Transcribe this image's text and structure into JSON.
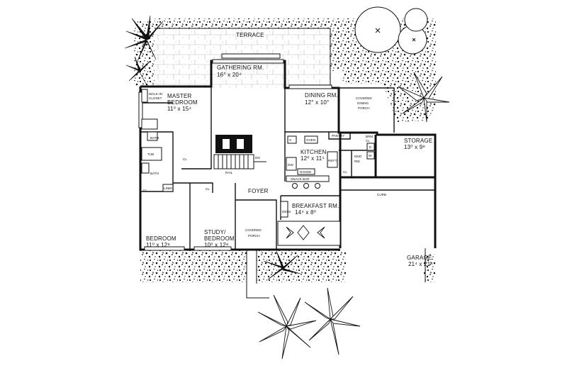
{
  "rooms": {
    "terrace": "TERRACE",
    "gathering": {
      "name": "GATHERING RM.",
      "size": "16° x 20⁴"
    },
    "dining": {
      "name": "DINING RM.",
      "size": "12° x 10°"
    },
    "covered_dining_porch": [
      "COVERED",
      "DINING",
      "PORCH"
    ],
    "master_bedroom": {
      "name": [
        "MASTER",
        "BEDROOM"
      ],
      "size": "11⁰ x 15⁴"
    },
    "kitchen": {
      "name": "KITCHEN",
      "size": "12⁰ x 11⁵"
    },
    "storage": {
      "name": "STORAGE",
      "size": "13⁰ x 9⁸"
    },
    "mud_room": [
      "MUD",
      "RM."
    ],
    "foyer": "FOYER",
    "breakfast": {
      "name": "BREAKFAST RM.",
      "size": "14⁴ x 8⁰"
    },
    "bedroom": {
      "name": "BEDROOM",
      "size": "11⁰ x 12⁸"
    },
    "study": {
      "name": [
        "STUDY/",
        "BEDROOM"
      ],
      "size": "10⁰ x 12⁸"
    },
    "covered_porch": [
      "COVERED",
      "PORCH"
    ],
    "garage": {
      "name": "GARAGE",
      "size": "21⁴ x 21⁴"
    }
  },
  "fixtures": {
    "walk_in_closet": [
      "WALK-IN",
      "CLOSET"
    ],
    "bath_1": "BATH",
    "bath_2": "BATH",
    "tub": "TUB",
    "closet": "CL",
    "linen": "LINEN",
    "pantry": "PANTRY",
    "broom_closet": [
      "BRM",
      "CL"
    ],
    "oven": "OVEN",
    "dishwasher": "DW",
    "range": "RANGE",
    "snack_bar": "SNACK BAR",
    "refrigerator": "REF'G",
    "sink": "S",
    "rail": "RAIL",
    "stair_direction": "DN",
    "curb": "CURB",
    "desk": "DESK",
    "washer": "W",
    "dryer": "D"
  },
  "colors": {
    "ink": "#111111",
    "paper": "#ffffff"
  }
}
